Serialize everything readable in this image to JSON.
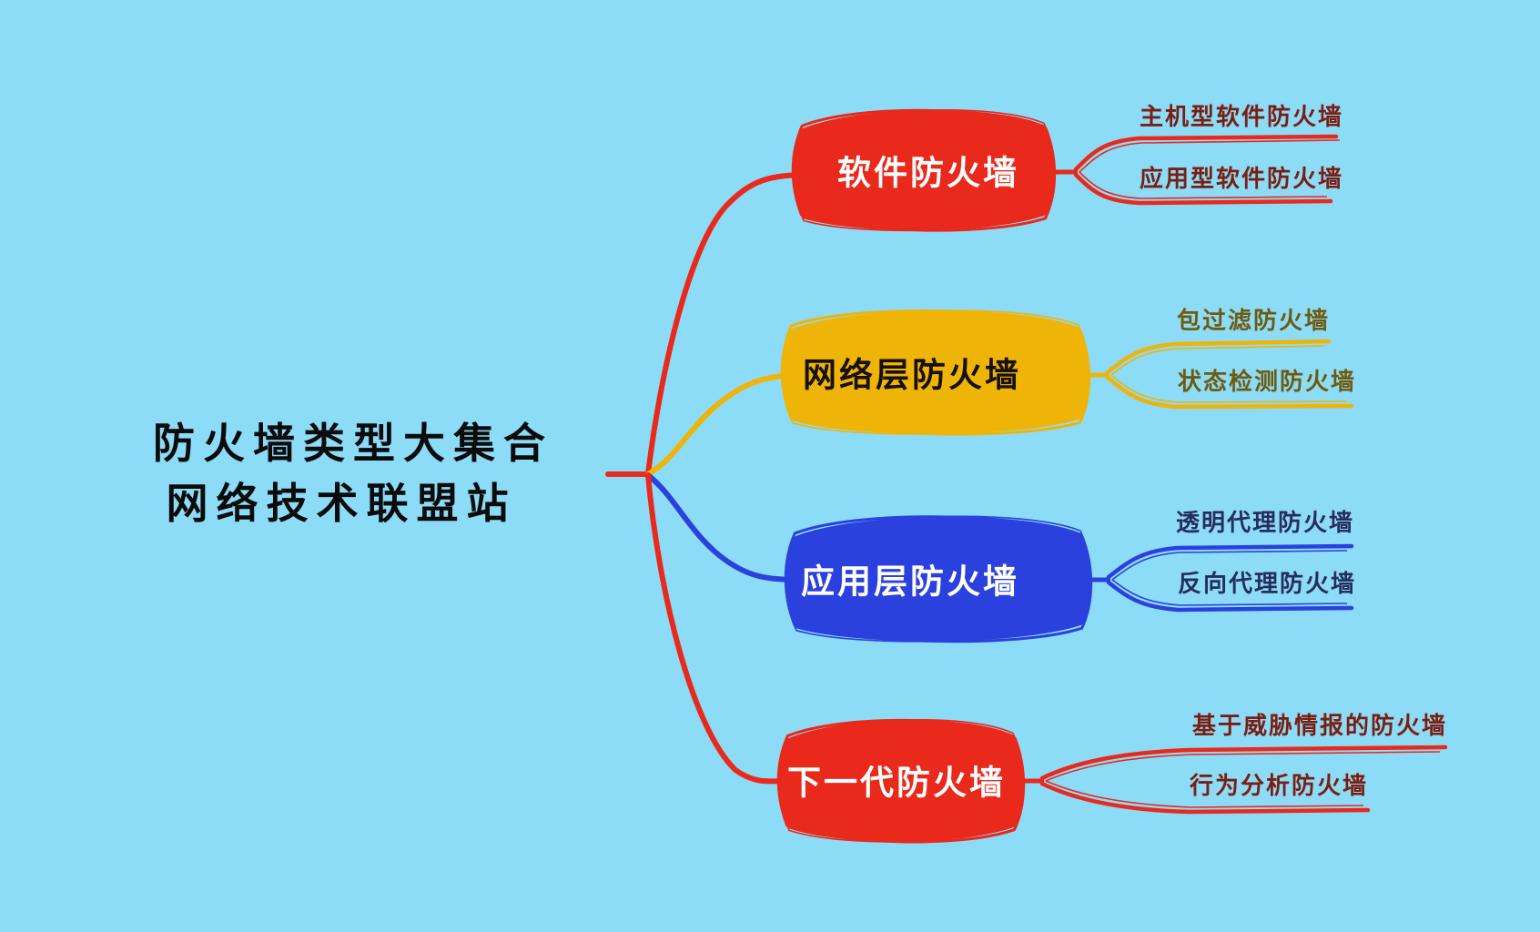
{
  "root": {
    "line1": "防火墙类型大集合",
    "line2": "网络技术联盟站"
  },
  "branches": [
    {
      "label": "软件防火墙",
      "color": "#E9291B",
      "text_color": "#7B1E12",
      "children": [
        "主机型软件防火墙",
        "应用型软件防火墙"
      ]
    },
    {
      "label": "网络层防火墙",
      "color": "#EFB408",
      "text_color": "#6F5B10",
      "children": [
        "包过滤防火墙",
        "状态检测防火墙"
      ]
    },
    {
      "label": "应用层防火墙",
      "color": "#2B41DE",
      "text_color": "#272D5E",
      "children": [
        "透明代理防火墙",
        "反向代理防火墙"
      ]
    },
    {
      "label": "下一代防火墙",
      "color": "#E9291B",
      "text_color": "#7B1E12",
      "children": [
        "基于威胁情报的防火墙",
        "行为分析防火墙"
      ]
    }
  ],
  "colors": {
    "background": "#8CDCF7",
    "red": "#E9291B",
    "yellow": "#EFB408",
    "blue": "#2B41DE",
    "maroon_text": "#7B1E12",
    "olive_text": "#6F5B10",
    "navy_text": "#272D5E",
    "title_text": "#0B0B0B"
  }
}
